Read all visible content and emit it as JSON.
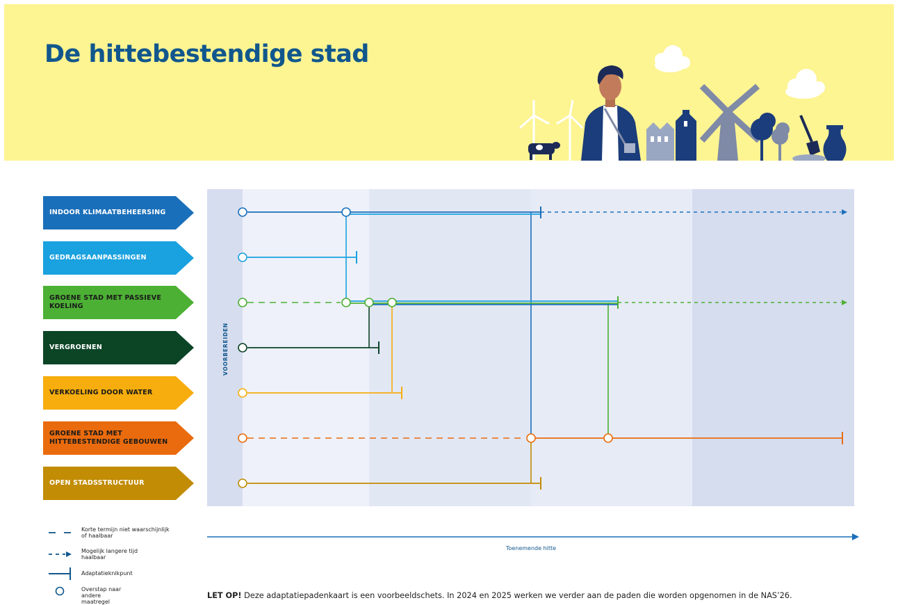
{
  "title": "De hittebestendige stad",
  "paths": [
    {
      "label": "INDOOR KLIMAATBEHEERSING",
      "color": "#1a6fba",
      "text_color": "#ffffff"
    },
    {
      "label": "GEDRAGSAANPASSINGEN",
      "color": "#1aa1df",
      "text_color": "#ffffff"
    },
    {
      "label": "GROENE STAD MET PASSIEVE KOELING",
      "color": "#4cb034",
      "text_color": "#1a1a1a"
    },
    {
      "label": "VERGROENEN",
      "color": "#0c4426",
      "text_color": "#ffffff"
    },
    {
      "label": "VERKOELING DOOR WATER",
      "color": "#f6ad0d",
      "text_color": "#1a1a1a"
    },
    {
      "label": "GROENE STAD MET HITTEBESTENDIGE GEBOUWEN",
      "color": "#ea6b0d",
      "text_color": "#1a1a1a"
    },
    {
      "label": "OPEN STADSSTRUCTUUR",
      "color": "#c28c04",
      "text_color": "#ffffff"
    }
  ],
  "phase_label": "VOORBEREIDEN",
  "axis_label": "Toenemende hitte",
  "legend": [
    {
      "symbol": "dashed-line",
      "text": "Korte termijn niet waarschijnlijk of haalbaar"
    },
    {
      "symbol": "dotted-arrow",
      "text": "Mogelijk langere tijd haalbaar"
    },
    {
      "symbol": "tipping-point-bar",
      "text": "Adaptatieknikpunt"
    },
    {
      "symbol": "open-circle",
      "text": "Overstap naar andere maatregel"
    }
  ],
  "note": {
    "bold": "LET OP!",
    "text": " Deze adaptatiepadenkaart is een voorbeeldschets. In 2024 en 2025 werken we verder aan de paden die worden opgenomen in de NAS’26."
  },
  "colors": {
    "title_blue": "#11578d",
    "banner_yellow": "#fdf492",
    "band_dark": "#d6ddef",
    "band_light": "#eef1f9",
    "band_mid": "#e2e7f4"
  }
}
